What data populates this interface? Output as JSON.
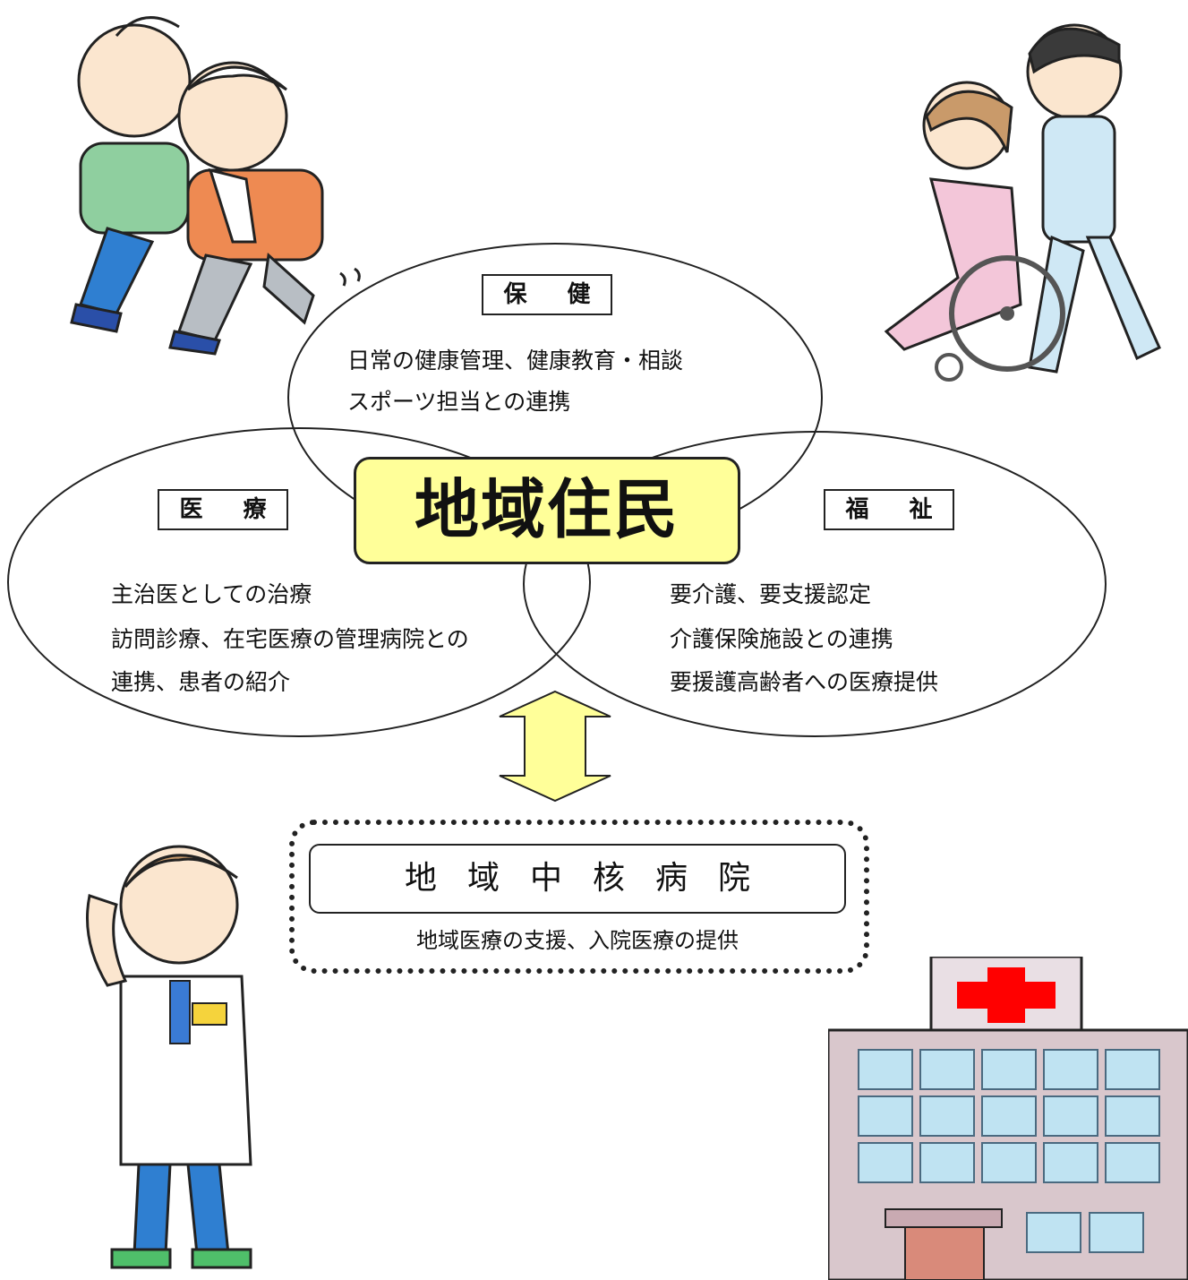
{
  "center": {
    "title": "地域住民"
  },
  "health": {
    "label": "保 健",
    "lines": [
      "日常の健康管理、健康教育・相談",
      "スポーツ担当との連携"
    ]
  },
  "medical": {
    "label": "医 療",
    "lines": [
      "主治医としての治療",
      "訪問診療、在宅医療の管理病院との",
      "連携、患者の紹介"
    ]
  },
  "welfare": {
    "label": "福 祉",
    "lines": [
      "要介護、要支援認定",
      "介護保険施設との連携",
      "要援護高齢者への医療提供"
    ]
  },
  "hospital": {
    "title": "地域中核病院",
    "subtitle": "地域医療の支援、入院医療の提供"
  },
  "colors": {
    "center_fill": "#ffff99",
    "arrow_fill": "#ffff99",
    "cross_red": "#ff0000",
    "building_wall": "#d9c7cc",
    "window_blue": "#bfe3f2"
  },
  "icons": [
    "elderly-walkers-illustration",
    "wheelchair-nurse-illustration",
    "doctor-illustration",
    "hospital-building-illustration",
    "double-arrow-icon"
  ]
}
